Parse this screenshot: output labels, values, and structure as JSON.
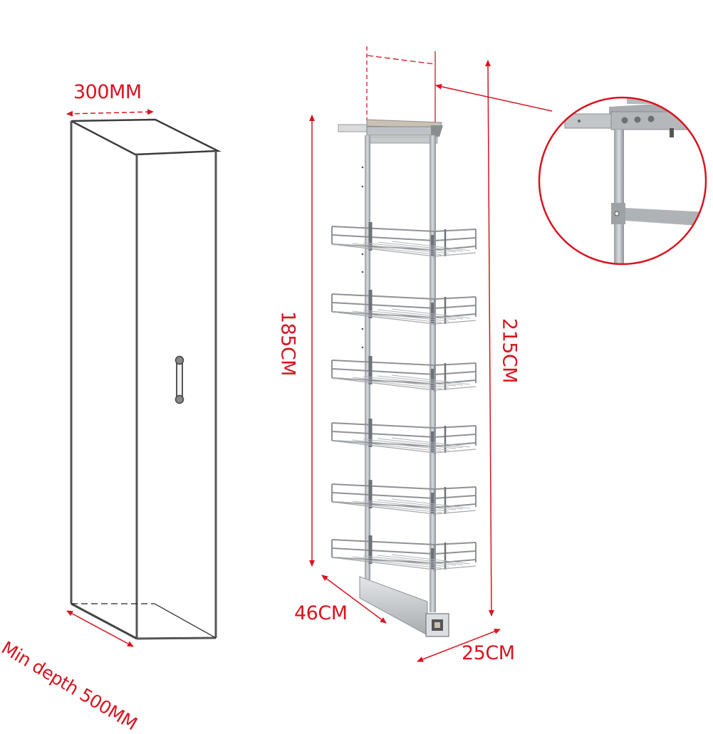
{
  "diagram": {
    "type": "product-dimension-diagram",
    "subject": "pull-out pantry basket unit with tall cabinet",
    "accent_color": "#d8141f",
    "line_color": "#444444"
  },
  "cabinet": {
    "width_label": "300MM",
    "depth_label": "Min depth 500MM",
    "has_handle": true
  },
  "unit": {
    "height_inner_label": "185CM",
    "height_outer_label": "215CM",
    "depth_label": "46CM",
    "width_label": "25CM",
    "basket_count": 6
  },
  "detail_callout": {
    "subject": "top mounting bracket close-up"
  }
}
